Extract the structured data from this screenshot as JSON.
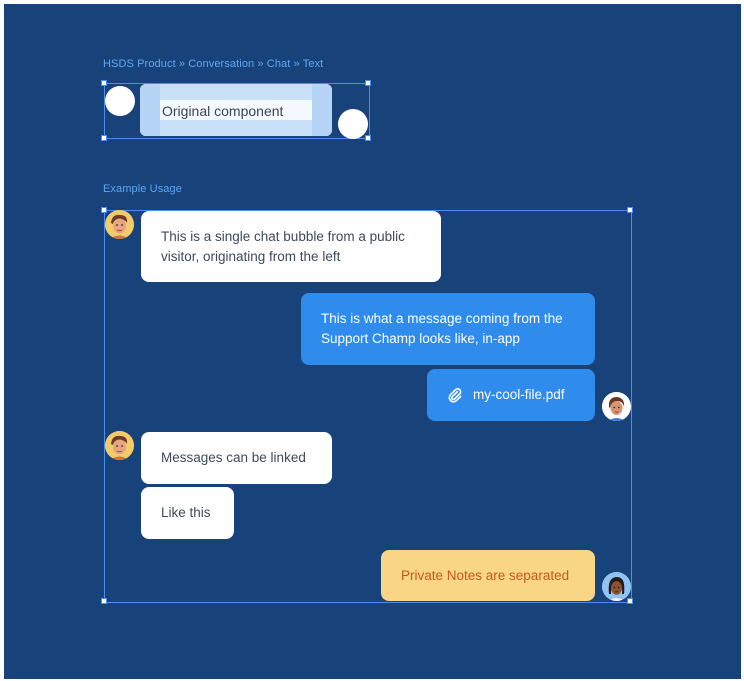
{
  "breadcrumb": "HSDS Product » Conversation » Chat » Text",
  "original": {
    "label": "Original component"
  },
  "example": {
    "label": "Example Usage",
    "messages": [
      {
        "from": "visitor",
        "text": "This is a single chat bubble from a public visitor, originating from the left"
      },
      {
        "from": "agent",
        "text": "This is what a message coming from the Support Champ looks like, in-app"
      },
      {
        "from": "agent",
        "text": "my-cool-file.pdf",
        "icon": "paperclip-icon"
      },
      {
        "from": "visitor",
        "text": "Messages can be linked"
      },
      {
        "from": "visitor",
        "text": "Like this"
      },
      {
        "from": "note",
        "text": "Private Notes are separated"
      }
    ]
  },
  "colors": {
    "background": "#18427a",
    "accent": "#2f8cec",
    "selection": "#4a8ff0",
    "note": "#f8d685",
    "note_text": "#c05a23",
    "label": "#5ea8f2"
  }
}
